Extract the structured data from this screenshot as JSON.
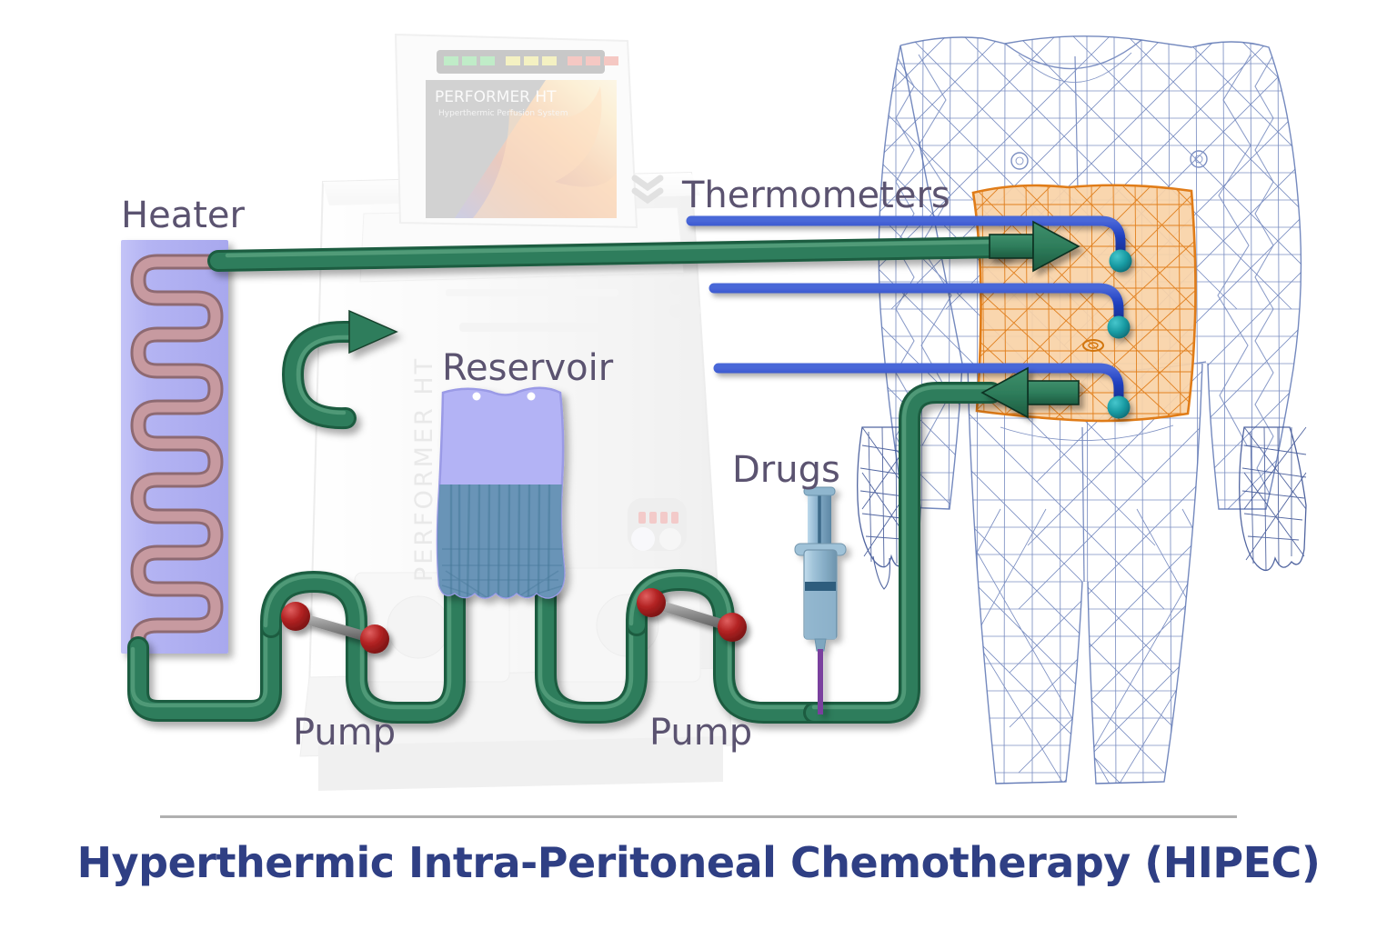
{
  "figure": {
    "title": "Hyperthermic Intra-Peritoneal Chemotherapy (HIPEC)",
    "title_color": "#2f3f84",
    "divider_color": "#b0b0b0",
    "background": "#ffffff"
  },
  "labels": {
    "heater": "Heater",
    "reservoir": "Reservoir",
    "pump_left": "Pump",
    "pump_right": "Pump",
    "drugs": "Drugs",
    "thermometers": "Thermometers",
    "label_color": "#5b5370"
  },
  "colors": {
    "tube_green": "#2e7d5b",
    "tube_green_dark": "#1d5b40",
    "tube_green_light": "#4f9b78",
    "heater_box": "#b3b3f2",
    "heater_coil": "#bb8a90",
    "heater_coil_dark": "#8e6a72",
    "reservoir_bag": "#b0b0f5",
    "reservoir_fluid": "#5f8fae",
    "pump_roller_red": "#b22222",
    "pump_bar_grey": "#8a8a8a",
    "thermometer_blue": "#2040c0",
    "thermometer_tip": "#189aa2",
    "body_mesh": "#4a63a8",
    "peritoneum_fill": "#f7cfa4",
    "peritoneum_mesh": "#e07c18",
    "syringe_body": "#9fc2d8",
    "syringe_fluid": "#8fb4cc",
    "syringe_needle": "#7a3f9e",
    "machine_tint": "#d8d8d8",
    "led_green": "#31c24d",
    "led_yellow": "#ded23a",
    "led_red": "#e04b3c",
    "led_display_red": "#d9534f"
  },
  "components": {
    "heater": {
      "name": "heater-unit",
      "coil_loops": 9
    },
    "reservoir": {
      "name": "reservoir-bag",
      "fill_level_percent": 52,
      "eyelets": 2
    },
    "pumps": [
      {
        "name": "pump-left",
        "rollers": 2
      },
      {
        "name": "pump-right",
        "rollers": 2
      }
    ],
    "syringe": {
      "name": "drug-syringe"
    },
    "thermometers": {
      "count": 3,
      "name": "thermometer-probe"
    },
    "flow_arrows": [
      {
        "name": "flow-arrow-heater-loop",
        "direction": "right"
      },
      {
        "name": "flow-arrow-inflow",
        "direction": "right"
      },
      {
        "name": "flow-arrow-outflow",
        "direction": "left"
      }
    ],
    "patient": {
      "name": "patient-body-mesh",
      "highlight_region": "peritoneal-cavity"
    },
    "machine": {
      "name": "perfusion-machine",
      "monitor_leds": [
        "green",
        "green",
        "green",
        "yellow",
        "yellow",
        "yellow",
        "red",
        "red",
        "red"
      ],
      "digital_readout": "0000"
    }
  }
}
